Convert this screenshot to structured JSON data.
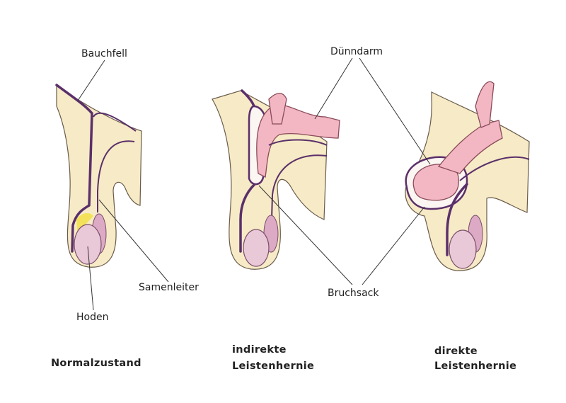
{
  "labels": {
    "bauchfell": "Bauchfell",
    "duenndarm": "Dünndarm",
    "samenleiter": "Samenleiter",
    "hoden": "Hoden",
    "bruchsack": "Bruchsack"
  },
  "captions": {
    "normal": "Normalzustand",
    "indirect_line1": "indirekte",
    "indirect_line2": "Leistenhernie",
    "direct_line1": "direkte",
    "direct_line2": "Leistenhernie"
  },
  "colors": {
    "skin": "#f6ebc6",
    "peritoneum": "#5b2f6a",
    "testis": "#e9c9d8",
    "intestine": "#f2b7c2"
  }
}
